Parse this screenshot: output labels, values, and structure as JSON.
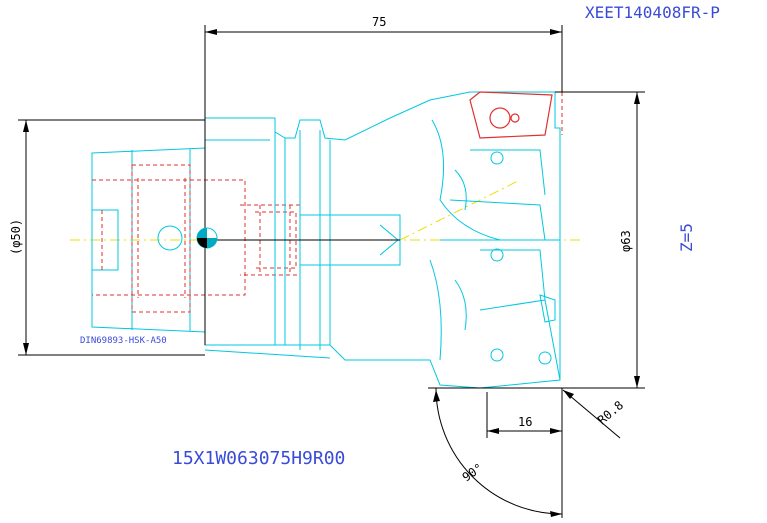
{
  "insert_label": "XEET140408FR-P",
  "tool_code": "15X1W063075H9R00",
  "holder_label": "DIN69893-HSK-A50",
  "teeth_label": "Z=5",
  "dimensions": {
    "length": "75",
    "shank_diameter": "(φ50)",
    "cutter_diameter": "φ63",
    "depth": "16",
    "corner_radius": "R0.8",
    "angle": "90°"
  },
  "colors": {
    "outline": "#00c8e0",
    "hidden": "#e03030",
    "centerline": "#e8e000",
    "annotation": "#3a4bd8",
    "dimension": "#000000"
  }
}
